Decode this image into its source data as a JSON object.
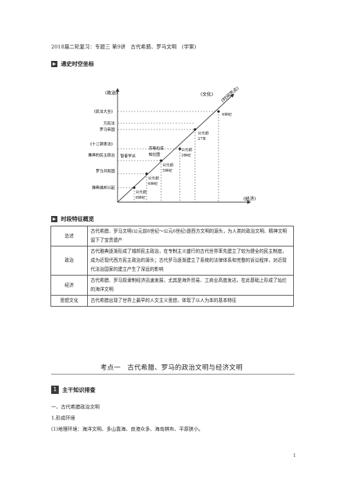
{
  "header": {
    "title": "2018届二轮复习：专题三 第9讲　古代希腊、罗马文明　(学案)"
  },
  "section1": {
    "marker": "▶",
    "title": "通史时空坐标"
  },
  "timeline": {
    "axis_labels": {
      "politics": "(政治)",
      "culture": "(文化)",
      "time": "(时间节点)",
      "economy": "(经济)"
    },
    "politics_items": [
      "《民法大全》",
      "万民法",
      "罗马帝国",
      "《十二铜表法》",
      "雅典的民主政治",
      "罗马共和国",
      "雅典城邦兴起"
    ],
    "culture_items": [
      "智者学派",
      "苏格拉底",
      "柏拉图"
    ],
    "time_nodes": [
      {
        "l1": "公元前",
        "l2": "8世纪"
      },
      {
        "l1": "公元前",
        "l2": "6世纪"
      },
      {
        "l1": "公元前",
        "l2": "5世纪"
      },
      {
        "l1": "公元前",
        "l2": "3世纪"
      },
      {
        "l1": "公元前",
        "l2": "27年"
      },
      {
        "l1": "6世纪",
        "l2": ""
      }
    ]
  },
  "section2": {
    "marker": "▶",
    "title": "时段特征概览"
  },
  "overview": [
    {
      "key": "总述",
      "value": "古代希腊、罗马文明(公元前8世纪～公元6世纪)是西方文明的源头，为人类的政治文明、精神文明留下了宝贵遗产"
    },
    {
      "key": "政治",
      "value": "古代雅典逐渐形成了城邦民主政治，在专制主义盛行的古代世界率先建立了较为健全的民主制度，成为近现代西方民主政治的源头；古代罗马逐渐建立了系统的法律体系和完整的诉讼程序，对近现代法治国家的建立产生了深远的影响"
    },
    {
      "key": "经济",
      "value": "古代希腊、罗马奴隶制经济迅速发展，尤其是海外贸易、工商业高度发达，在此基础上形成了灿烂的海洋文明"
    },
    {
      "key": "思想文化",
      "value": "古代希腊出现了世界上最早的人文主义思想，体现了以人为本的基本特征"
    }
  ],
  "kaodian": {
    "title": "考点一　古代希腊、罗马的政治文明与经济文明"
  },
  "subsection": {
    "num": "1",
    "label": "主干知识排查"
  },
  "body": {
    "h1": "一、古代希腊政治文明",
    "p1": "1.形成环境",
    "p2": "(1)地理环境：海洋文明、多山靠海、良港众多、海岛棋布、平原狭小。"
  },
  "page_number": "1"
}
